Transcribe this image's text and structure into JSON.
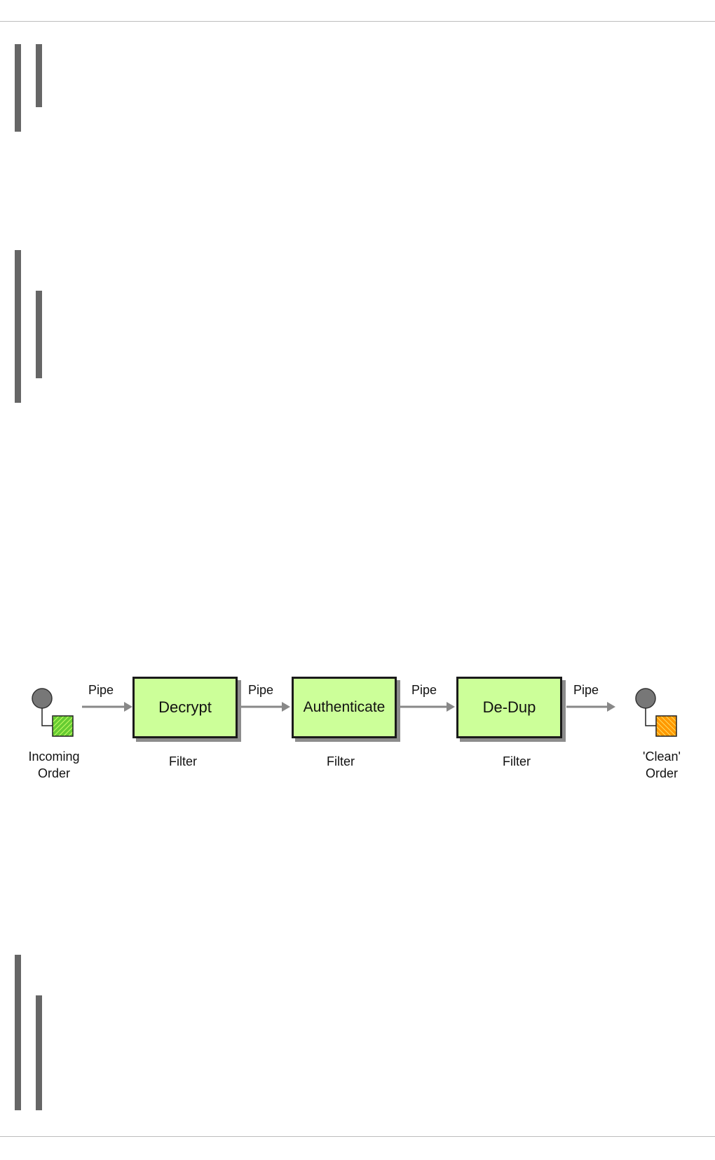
{
  "diagram": {
    "filters": [
      {
        "name": "Decrypt",
        "role": "Filter"
      },
      {
        "name": "Authenticate",
        "role": "Filter"
      },
      {
        "name": "De-Dup",
        "role": "Filter"
      }
    ],
    "pipe_label": "Pipe",
    "source": {
      "line1": "Incoming",
      "line2": "Order"
    },
    "sink": {
      "line1": "'Clean'",
      "line2": "Order"
    }
  },
  "colors": {
    "filter_fill": "#ccff99",
    "source_message": "#66cc33",
    "sink_message": "#ff9900",
    "endpoint": "#777777",
    "arrow": "#888888",
    "quote_bar": "#666666"
  }
}
